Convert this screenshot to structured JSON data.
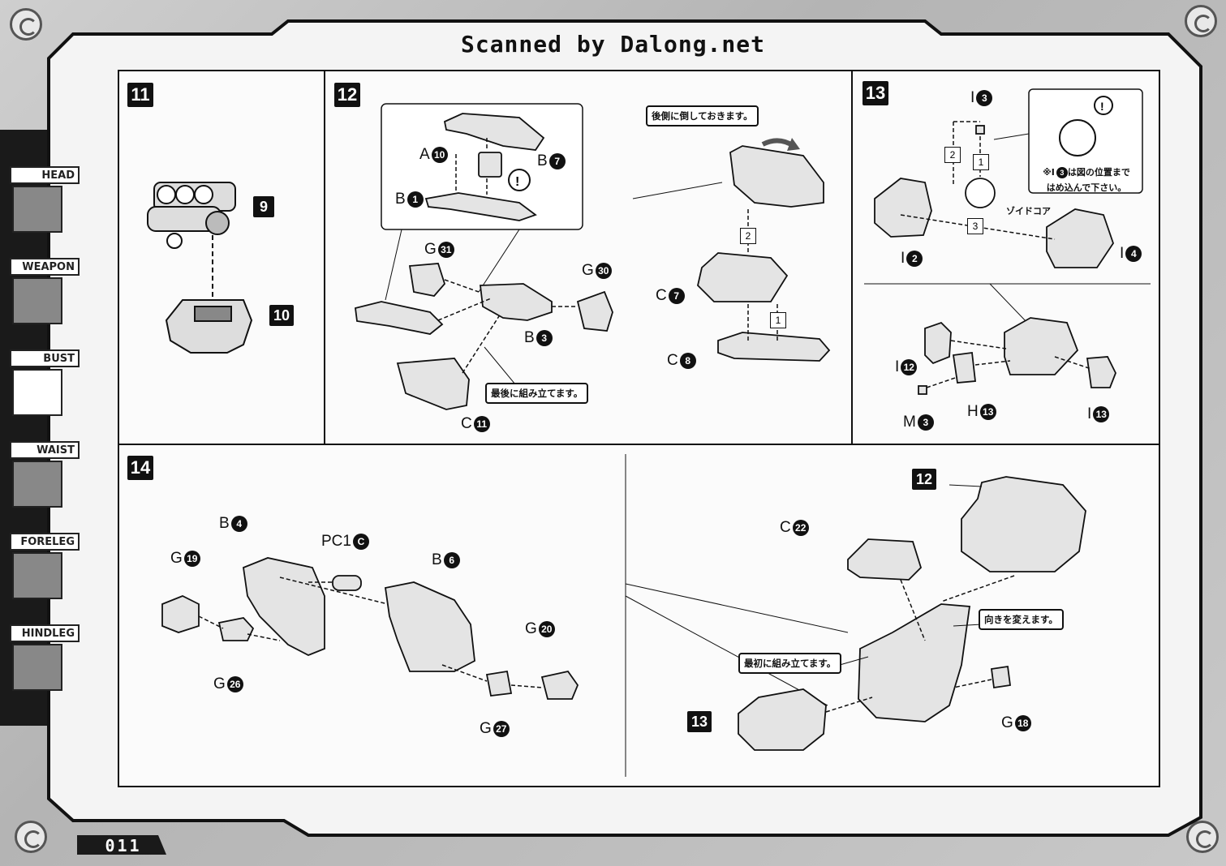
{
  "watermark": "Scanned by Dalong.net",
  "page_number": "011",
  "sidebar": {
    "tabs": [
      {
        "label": "HEAD",
        "active": false
      },
      {
        "label": "WEAPON",
        "active": false
      },
      {
        "label": "BUST",
        "active": true
      },
      {
        "label": "WAIST",
        "active": false
      },
      {
        "label": "FORELEG",
        "active": false
      },
      {
        "label": "HINDLEG",
        "active": false
      }
    ]
  },
  "steps": {
    "s11": {
      "number": "11",
      "refs": [
        "9",
        "10"
      ]
    },
    "s12": {
      "number": "12",
      "parts": [
        {
          "letter": "A",
          "num": "10"
        },
        {
          "letter": "B",
          "num": "7"
        },
        {
          "letter": "B",
          "num": "1"
        },
        {
          "letter": "G",
          "num": "31"
        },
        {
          "letter": "G",
          "num": "30"
        },
        {
          "letter": "B",
          "num": "3"
        },
        {
          "letter": "C",
          "num": "11"
        },
        {
          "letter": "C",
          "num": "7"
        },
        {
          "letter": "C",
          "num": "8"
        }
      ],
      "callout_last": "最後に組み立てます。",
      "callout_fold": "後側に倒しておきます。",
      "order": [
        "1",
        "2"
      ]
    },
    "s13": {
      "number": "13",
      "parts": [
        {
          "letter": "I",
          "num": "3"
        },
        {
          "letter": "I",
          "num": "2"
        },
        {
          "letter": "I",
          "num": "4"
        },
        {
          "letter": "I",
          "num": "12"
        },
        {
          "letter": "H",
          "num": "13"
        },
        {
          "letter": "M",
          "num": "3"
        },
        {
          "letter": "I",
          "num": "13"
        }
      ],
      "note_line1": "※I",
      "note_num": "3",
      "note_line1b": "は図の位置まで",
      "note_line2": "はめ込んで下さい。",
      "zoid_core": "ゾイドコア",
      "order": [
        "1",
        "2",
        "3"
      ]
    },
    "s14": {
      "number": "14",
      "parts": [
        {
          "letter": "B",
          "num": "4"
        },
        {
          "letter": "PC1",
          "num": "C"
        },
        {
          "letter": "B",
          "num": "6"
        },
        {
          "letter": "G",
          "num": "19"
        },
        {
          "letter": "G",
          "num": "26"
        },
        {
          "letter": "G",
          "num": "20"
        },
        {
          "letter": "G",
          "num": "27"
        },
        {
          "letter": "C",
          "num": "22"
        },
        {
          "letter": "G",
          "num": "18"
        }
      ],
      "refs": [
        "12",
        "13"
      ],
      "callout_turn": "向きを変えます。",
      "callout_first": "最初に組み立てます。"
    }
  },
  "colors": {
    "frame": "#111111",
    "panel": "#f4f4f4",
    "sidebar": "#1a1a1a",
    "background": "#bdbdbd"
  }
}
